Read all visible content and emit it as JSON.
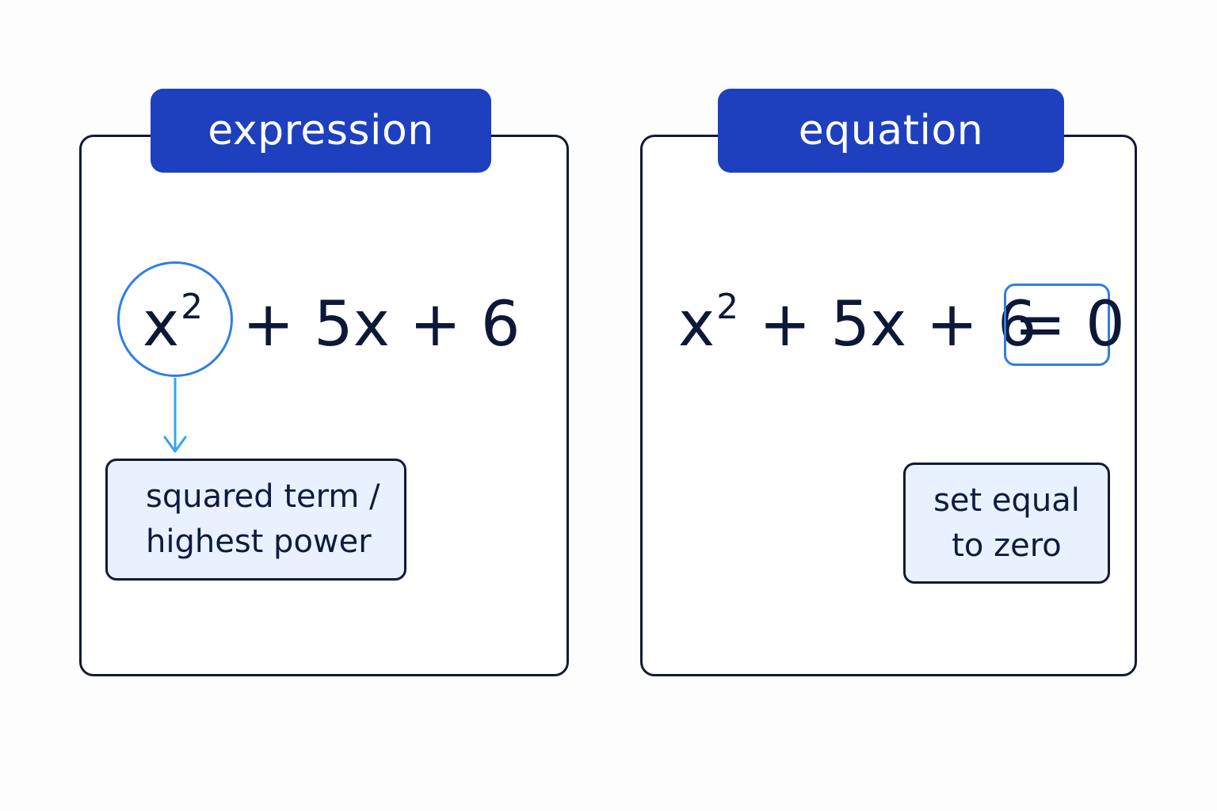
{
  "colors": {
    "header_fill": "#1e40bf",
    "header_text": "#ffffff",
    "highlight_stroke": "#2f7de6",
    "arrow": "#35a5ee",
    "note_fill": "#e8f1fd",
    "outline": "#131a34",
    "text": "#0f1b3d"
  },
  "left": {
    "header": "expression",
    "term_base": "x",
    "term_exponent": "2",
    "rest": "+ 5x + 6",
    "note_line1": "squared term /",
    "note_line2": "highest power"
  },
  "right": {
    "header": "equation",
    "lhs_base": "x",
    "lhs_exponent": "2",
    "lhs_rest": "+ 5x + 6",
    "rhs": "= 0",
    "note_line1": "set equal",
    "note_line2": "to zero"
  }
}
